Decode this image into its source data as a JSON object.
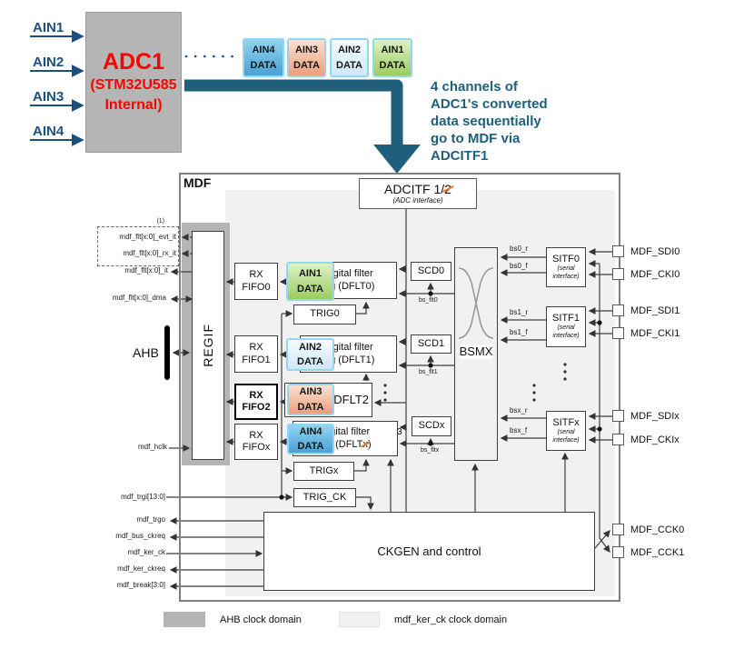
{
  "colors": {
    "teal_arrow": "#1e607b",
    "navy_labels": "#1c4e7e",
    "adc_red": "#fe0000",
    "orange_strike": "#e8762d",
    "ahb_domain_gray": "#b5b5b5",
    "ker_domain_gray": "#f1f1f1"
  },
  "top": {
    "adc_inputs": [
      "AIN1",
      "AIN2",
      "AIN3",
      "AIN4"
    ],
    "adc": {
      "l1": "ADC1",
      "l2": "(STM32U585",
      "l3": "Internal)"
    },
    "stream": [
      {
        "n": "AIN4",
        "d": "DATA",
        "color": "blue"
      },
      {
        "n": "AIN3",
        "d": "DATA",
        "color": "salmon"
      },
      {
        "n": "AIN2",
        "d": "DATA",
        "color": "lightblue"
      },
      {
        "n": "AIN1",
        "d": "DATA",
        "color": "green"
      }
    ],
    "annotation": {
      "lines": [
        "4 channels of",
        "ADC1's converted",
        "data sequentially",
        "go to MDF via",
        "ADCITF1"
      ]
    }
  },
  "mdf": {
    "title": "MDF",
    "adcitf": {
      "pre": "ADCITF 1/",
      "struck": "2",
      "sub": "(ADC interface)"
    },
    "note": "(1)",
    "regif": "REGIF",
    "left": {
      "evt": "mdf_flt[x:0]_evt_it",
      "rx": "mdf_flt[x:0]_rx_it",
      "it": "mdf_flt[x:0]_it",
      "dma": "mdf_flt[x:0]_dma",
      "ahb": "AHB",
      "hclk": "mdf_hclk"
    },
    "rx_fifos": [
      {
        "l1": "RX",
        "l2": "FIFO0"
      },
      {
        "l1": "RX",
        "l2": "FIFO1"
      },
      {
        "l1": "RX",
        "l2": "FIFO2"
      },
      {
        "l1": "RX",
        "l2": "FIFOx"
      }
    ],
    "overlays": [
      {
        "n": "AIN1",
        "d": "DATA"
      },
      {
        "n": "AIN2",
        "d": "DATA"
      },
      {
        "n": "AIN3",
        "d": "DATA"
      },
      {
        "n": "AIN4",
        "d": "DATA"
      }
    ],
    "dflt": [
      {
        "l1": "Digital filter",
        "l2": "ing (DFLT0)"
      },
      {
        "l1": "Digital filter",
        "l2": "ing (DFLT1)"
      }
    ],
    "dflt2": {
      "label": "DFLT2"
    },
    "dfltx": {
      "l1": "Digital filter",
      "pre": "ing (DFLT",
      "struck": "x",
      "post": ")",
      "sup": "3"
    },
    "trig": [
      "TRIG0",
      "TRIGx",
      "TRIG_CK"
    ],
    "scd": [
      {
        "label": "SCD0",
        "bus": "bs_flt0"
      },
      {
        "label": "SCD1",
        "bus": "bs_flt1"
      },
      {
        "label": "SCDx",
        "bus": "bs_fltx"
      }
    ],
    "bsmx": "BSMX",
    "bs": [
      {
        "r": "bs0_r",
        "f": "bs0_f"
      },
      {
        "r": "bs1_r",
        "f": "bs1_f"
      },
      {
        "r": "bsx_r",
        "f": "bsx_f"
      }
    ],
    "sitf": [
      {
        "label": "SITF0",
        "sub1": "(serial",
        "sub2": "interface)"
      },
      {
        "label": "SITF1",
        "sub1": "(serial",
        "sub2": "interface)"
      },
      {
        "label": "SITFx",
        "sub1": "(serial",
        "sub2": "interface)"
      }
    ],
    "pins": [
      "MDF_SDI0",
      "MDF_CKI0",
      "MDF_SDI1",
      "MDF_CKI1",
      "MDF_SDIx",
      "MDF_CKIx",
      "MDF_CCK0",
      "MDF_CCK1"
    ],
    "bottom": [
      "mdf_trgi[13:0]",
      "mdf_trgo",
      "mdf_bus_ckreq",
      "mdf_ker_ck",
      "mdf_ker_ckreq",
      "mdf_break[3:0]"
    ],
    "ckgen": "CKGEN and control"
  },
  "legend": {
    "items": [
      {
        "label": "AHB clock domain"
      },
      {
        "label": "mdf_ker_ck clock domain"
      }
    ]
  }
}
